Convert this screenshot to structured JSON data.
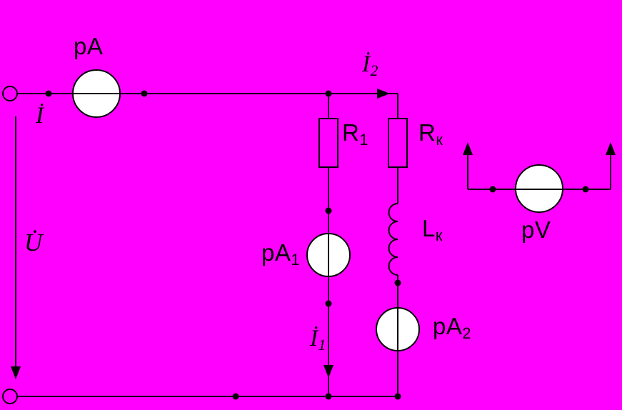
{
  "colors": {
    "background": "#FF00FF",
    "wire": "#000000",
    "meter_fill": "#FFFFFF"
  },
  "labels": {
    "ammeter": "pA",
    "ammeter1_base": "pA",
    "ammeter1_sub": "1",
    "ammeter2_base": "pA",
    "ammeter2_sub": "2",
    "voltmeter": "pV",
    "resistor1_base": "R",
    "resistor1_sub": "1",
    "resistor_k_base": "R",
    "resistor_k_sub": "к",
    "inductor_base": "L",
    "inductor_sub": "к",
    "current_total": "İ",
    "current1_base": "İ",
    "current1_sub": "1",
    "current2_base": "İ",
    "current2_sub": "2",
    "voltage": "U̇"
  }
}
